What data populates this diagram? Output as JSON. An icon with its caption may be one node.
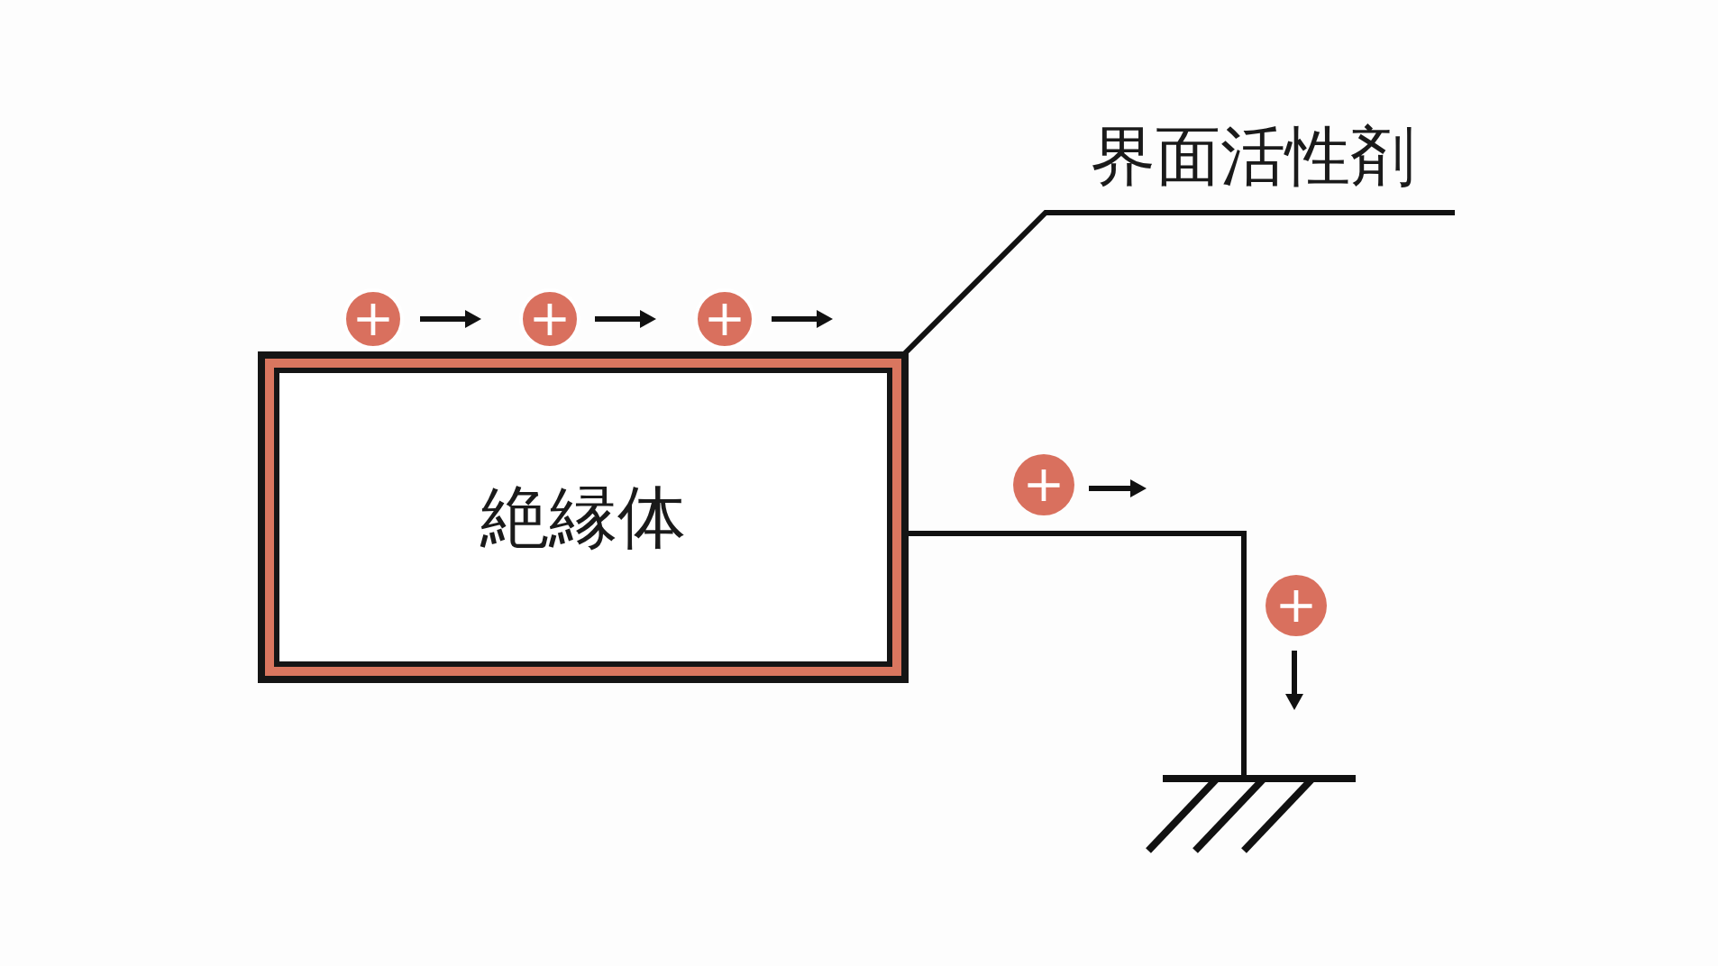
{
  "diagram": {
    "nodes": [
      {
        "text": [
          "界面活性剤"
        ]
      },
      {
        "text": [
          "+"
        ]
      },
      {
        "text": [
          "+"
        ]
      },
      {
        "text": [
          "+"
        ]
      },
      {
        "text": [],
        "shape": "box"
      },
      {
        "text": [
          "絶縁体"
        ],
        "in": 4
      },
      {
        "text": [
          "+"
        ]
      },
      {
        "text": [
          "+"
        ]
      },
      {
        "text": [],
        "shape": "ground"
      }
    ],
    "edges": [
      {
        "from": 0,
        "to": 4,
        "arrow": "none"
      },
      {
        "from": 4,
        "to": 8,
        "arrow": "none"
      }
    ]
  }
}
